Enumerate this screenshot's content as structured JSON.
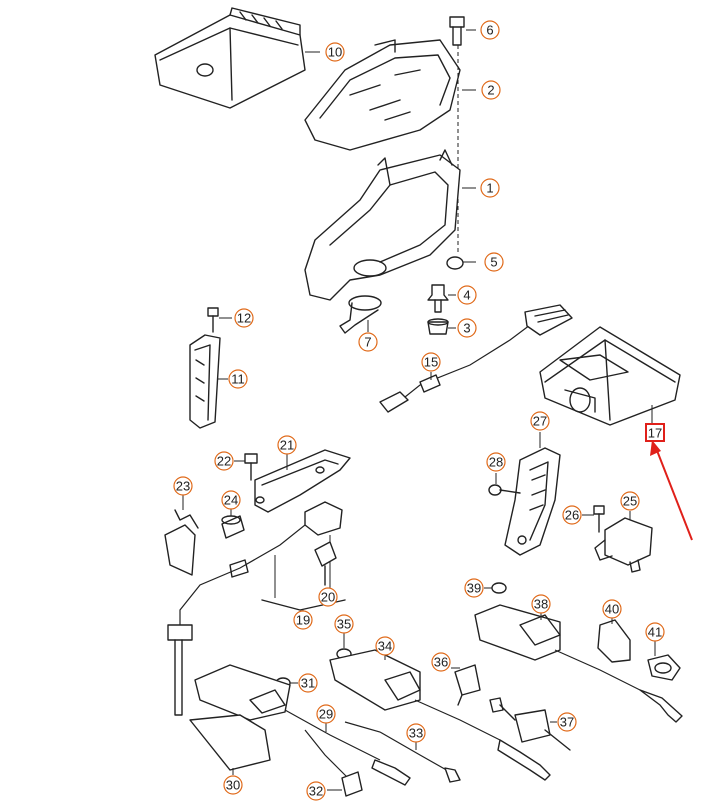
{
  "labels": [
    {
      "id": "10",
      "text": "10"
    },
    {
      "id": "6",
      "text": "6"
    },
    {
      "id": "2",
      "text": "2"
    },
    {
      "id": "1",
      "text": "1"
    },
    {
      "id": "5",
      "text": "5"
    },
    {
      "id": "4",
      "text": "4"
    },
    {
      "id": "3",
      "text": "3"
    },
    {
      "id": "7",
      "text": "7"
    },
    {
      "id": "12",
      "text": "12"
    },
    {
      "id": "11",
      "text": "11"
    },
    {
      "id": "15",
      "text": "15"
    },
    {
      "id": "17",
      "text": "17"
    },
    {
      "id": "27",
      "text": "27"
    },
    {
      "id": "28",
      "text": "28"
    },
    {
      "id": "26",
      "text": "26"
    },
    {
      "id": "25",
      "text": "25"
    },
    {
      "id": "22",
      "text": "22"
    },
    {
      "id": "21",
      "text": "21"
    },
    {
      "id": "23",
      "text": "23"
    },
    {
      "id": "24",
      "text": "24"
    },
    {
      "id": "20",
      "text": "20"
    },
    {
      "id": "19",
      "text": "19"
    },
    {
      "id": "39",
      "text": "39"
    },
    {
      "id": "38",
      "text": "38"
    },
    {
      "id": "40",
      "text": "40"
    },
    {
      "id": "41",
      "text": "41"
    },
    {
      "id": "35",
      "text": "35"
    },
    {
      "id": "34",
      "text": "34"
    },
    {
      "id": "36",
      "text": "36"
    },
    {
      "id": "31",
      "text": "31"
    },
    {
      "id": "29",
      "text": "29"
    },
    {
      "id": "33",
      "text": "33"
    },
    {
      "id": "37",
      "text": "37"
    },
    {
      "id": "30",
      "text": "30"
    },
    {
      "id": "32",
      "text": "32"
    }
  ],
  "colors": {
    "line": "#222222",
    "circle_border": "#e06a1a",
    "highlight": "#e0201a"
  },
  "highlighted_part": "17"
}
